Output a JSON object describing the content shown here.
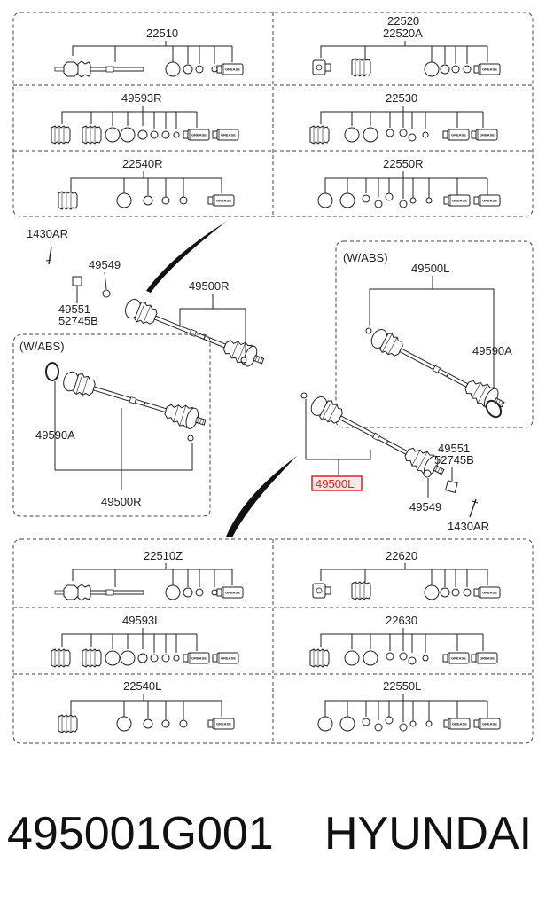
{
  "top_kits": {
    "row1": {
      "left": "22510",
      "right_line1": "22520",
      "right_line2": "22520A"
    },
    "row2": {
      "left": "49593R",
      "right": "22530"
    },
    "row3": {
      "left": "22540R",
      "right": "22550R"
    }
  },
  "bottom_kits": {
    "row1": {
      "left": "22510Z",
      "right": "22620"
    },
    "row2": {
      "left": "49593L",
      "right": "22630"
    },
    "row3": {
      "left": "22540L",
      "right": "22550L"
    }
  },
  "grease_label": "GREASE",
  "middle": {
    "bolt_left": "1430AR",
    "washer_left": "49549",
    "nut_left_line1": "49551",
    "nut_left_line2": "52745B",
    "shaft_right_label": "49500R",
    "abs_box_left": {
      "title": "(W/ABS)",
      "ring": "49590A",
      "shaft": "49500R"
    },
    "abs_box_right": {
      "title": "(W/ABS)",
      "shaft": "49500L",
      "ring": "49590A"
    },
    "shaft_left_label": "49500L",
    "nut_right_line1": "49551",
    "nut_right_line2": "52745B",
    "washer_right": "49549",
    "bolt_right": "1430AR"
  },
  "footer": {
    "part_number": "495001G001",
    "brand": "HYUNDAI"
  }
}
